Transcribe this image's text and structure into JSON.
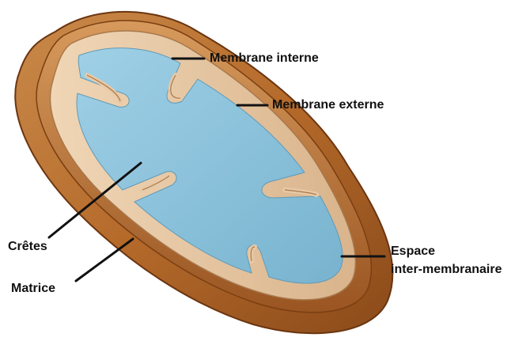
{
  "labels": {
    "inner_membrane": "Membrane interne",
    "outer_membrane": "Membrane externe",
    "cristae": "Crêtes",
    "matrix": "Matrice",
    "intermembrane_space_line1": "Espace",
    "intermembrane_space_line2": "inter-membranaire"
  },
  "colors": {
    "outer_membrane": "#b56a2a",
    "outer_membrane_dark": "#7a3e12",
    "inner_membrane": "#e8c9a6",
    "matrix": "#8ec4dc",
    "leader_line": "#111111",
    "background": "#ffffff"
  }
}
